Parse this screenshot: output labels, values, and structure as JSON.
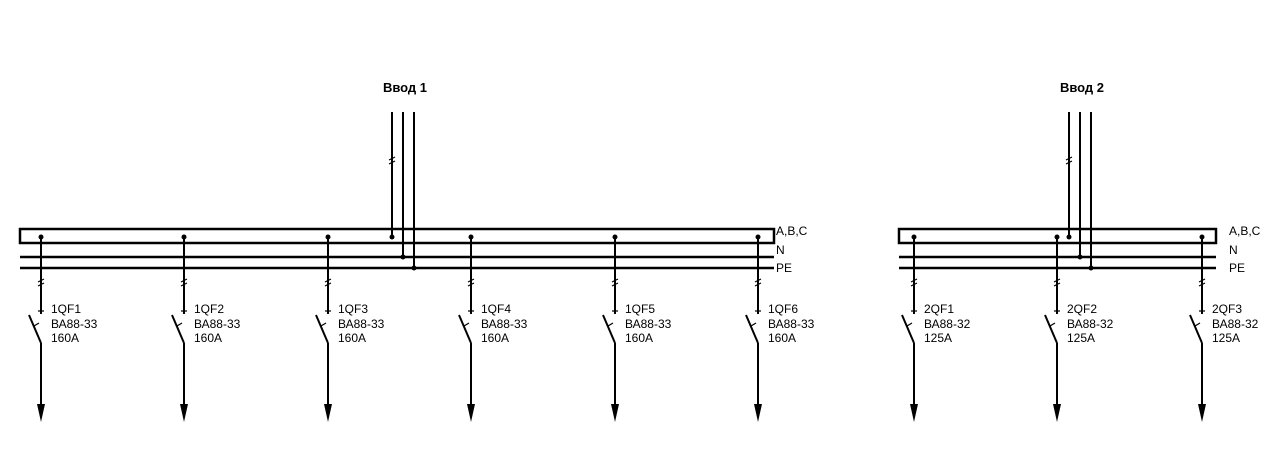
{
  "bus_labels": {
    "phases": "A,B,C",
    "neutral": "N",
    "pe": "PE"
  },
  "sections": [
    {
      "title": "Ввод 1",
      "breakers": [
        {
          "id": "1QF1",
          "model": "ВА88-33",
          "rating": "160А"
        },
        {
          "id": "1QF2",
          "model": "ВА88-33",
          "rating": "160А"
        },
        {
          "id": "1QF3",
          "model": "ВА88-33",
          "rating": "160А"
        },
        {
          "id": "1QF4",
          "model": "ВА88-33",
          "rating": "160А"
        },
        {
          "id": "1QF5",
          "model": "ВА88-33",
          "rating": "160А"
        },
        {
          "id": "1QF6",
          "model": "ВА88-33",
          "rating": "160А"
        }
      ]
    },
    {
      "title": "Ввод 2",
      "breakers": [
        {
          "id": "2QF1",
          "model": "ВА88-32",
          "rating": "125А"
        },
        {
          "id": "2QF2",
          "model": "ВА88-32",
          "rating": "125А"
        },
        {
          "id": "2QF3",
          "model": "ВА88-32",
          "rating": "125А"
        }
      ]
    }
  ]
}
